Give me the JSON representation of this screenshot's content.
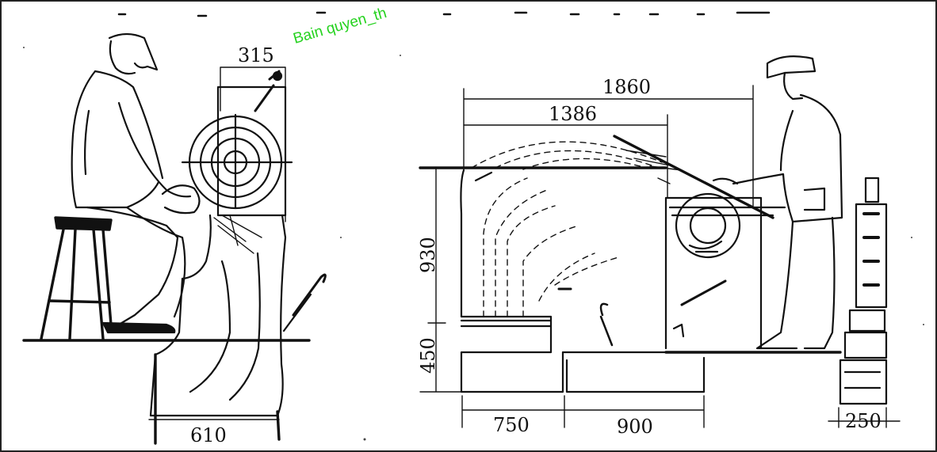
{
  "watermark": "Bain quyen_th",
  "left_figure": {
    "dims": {
      "top_width": "315",
      "base_width": "610"
    }
  },
  "right_figure": {
    "dims": {
      "total_length": "1860",
      "inner_length": "1386",
      "height_upper": "930",
      "height_lower": "450",
      "bottom_left": "750",
      "bottom_right": "900",
      "side_width": "250"
    }
  },
  "colors": {
    "ink": "#111111",
    "watermark": "#25d21f",
    "background": "#ffffff"
  }
}
